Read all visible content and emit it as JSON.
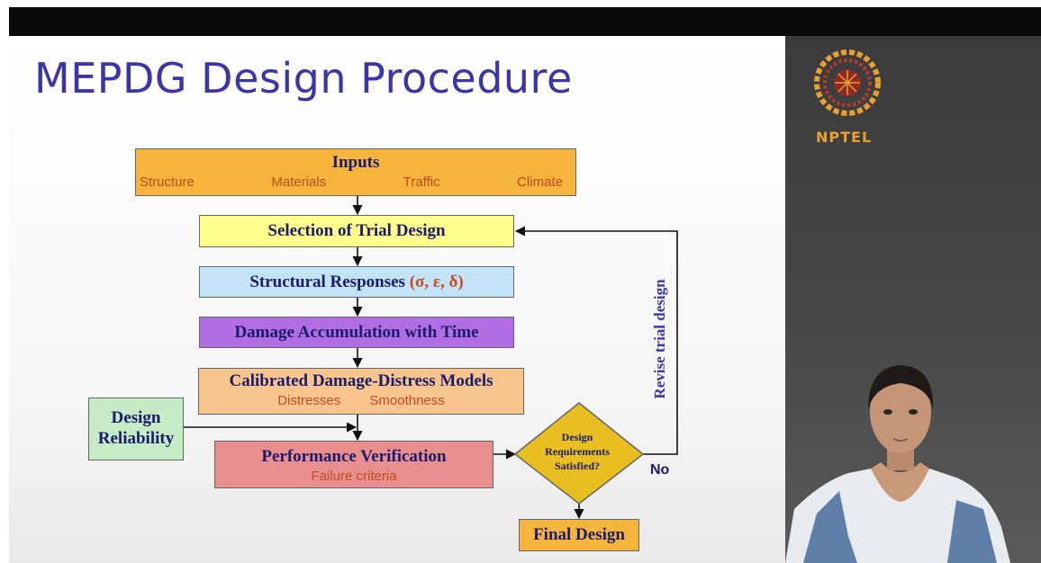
{
  "slide": {
    "title": "MEPDG Design Procedure"
  },
  "logo": {
    "text": "NPTEL"
  },
  "flowchart": {
    "inputs": {
      "title": "Inputs",
      "items": [
        "Structure",
        "Materials",
        "Traffic",
        "Climate"
      ]
    },
    "trial_design": "Selection of Trial Design",
    "structural_responses": {
      "label": "Structural Responses",
      "symbols": "(σ, ε, δ)"
    },
    "damage_accumulation": "Damage Accumulation with Time",
    "calibrated_models": {
      "title": "Calibrated Damage-Distress Models",
      "items": [
        "Distresses",
        "Smoothness"
      ]
    },
    "design_reliability": {
      "line1": "Design",
      "line2": "Reliability"
    },
    "performance_verification": {
      "title": "Performance Verification",
      "subtitle": "Failure criteria"
    },
    "decision": {
      "line1": "Design",
      "line2": "Requirements",
      "line3": "Satisfied?",
      "no_label": "No"
    },
    "revise_label": "Revise trial design",
    "final_design": "Final Design"
  },
  "colors": {
    "title": "#3a36a8",
    "box_text": "#1b1b6b",
    "sub_text": "#c04a20",
    "inputs_box": "#f5b53c",
    "trial_box": "#ffff8c",
    "responses_box": "#c3e3f8",
    "damage_box": "#b16ee2",
    "calibrated_box": "#f9c58f",
    "reliability_box": "#c6ecc6",
    "performance_box": "#ea8f8f",
    "decision_diamond": "#e8be20",
    "final_box": "#f5b53c"
  }
}
